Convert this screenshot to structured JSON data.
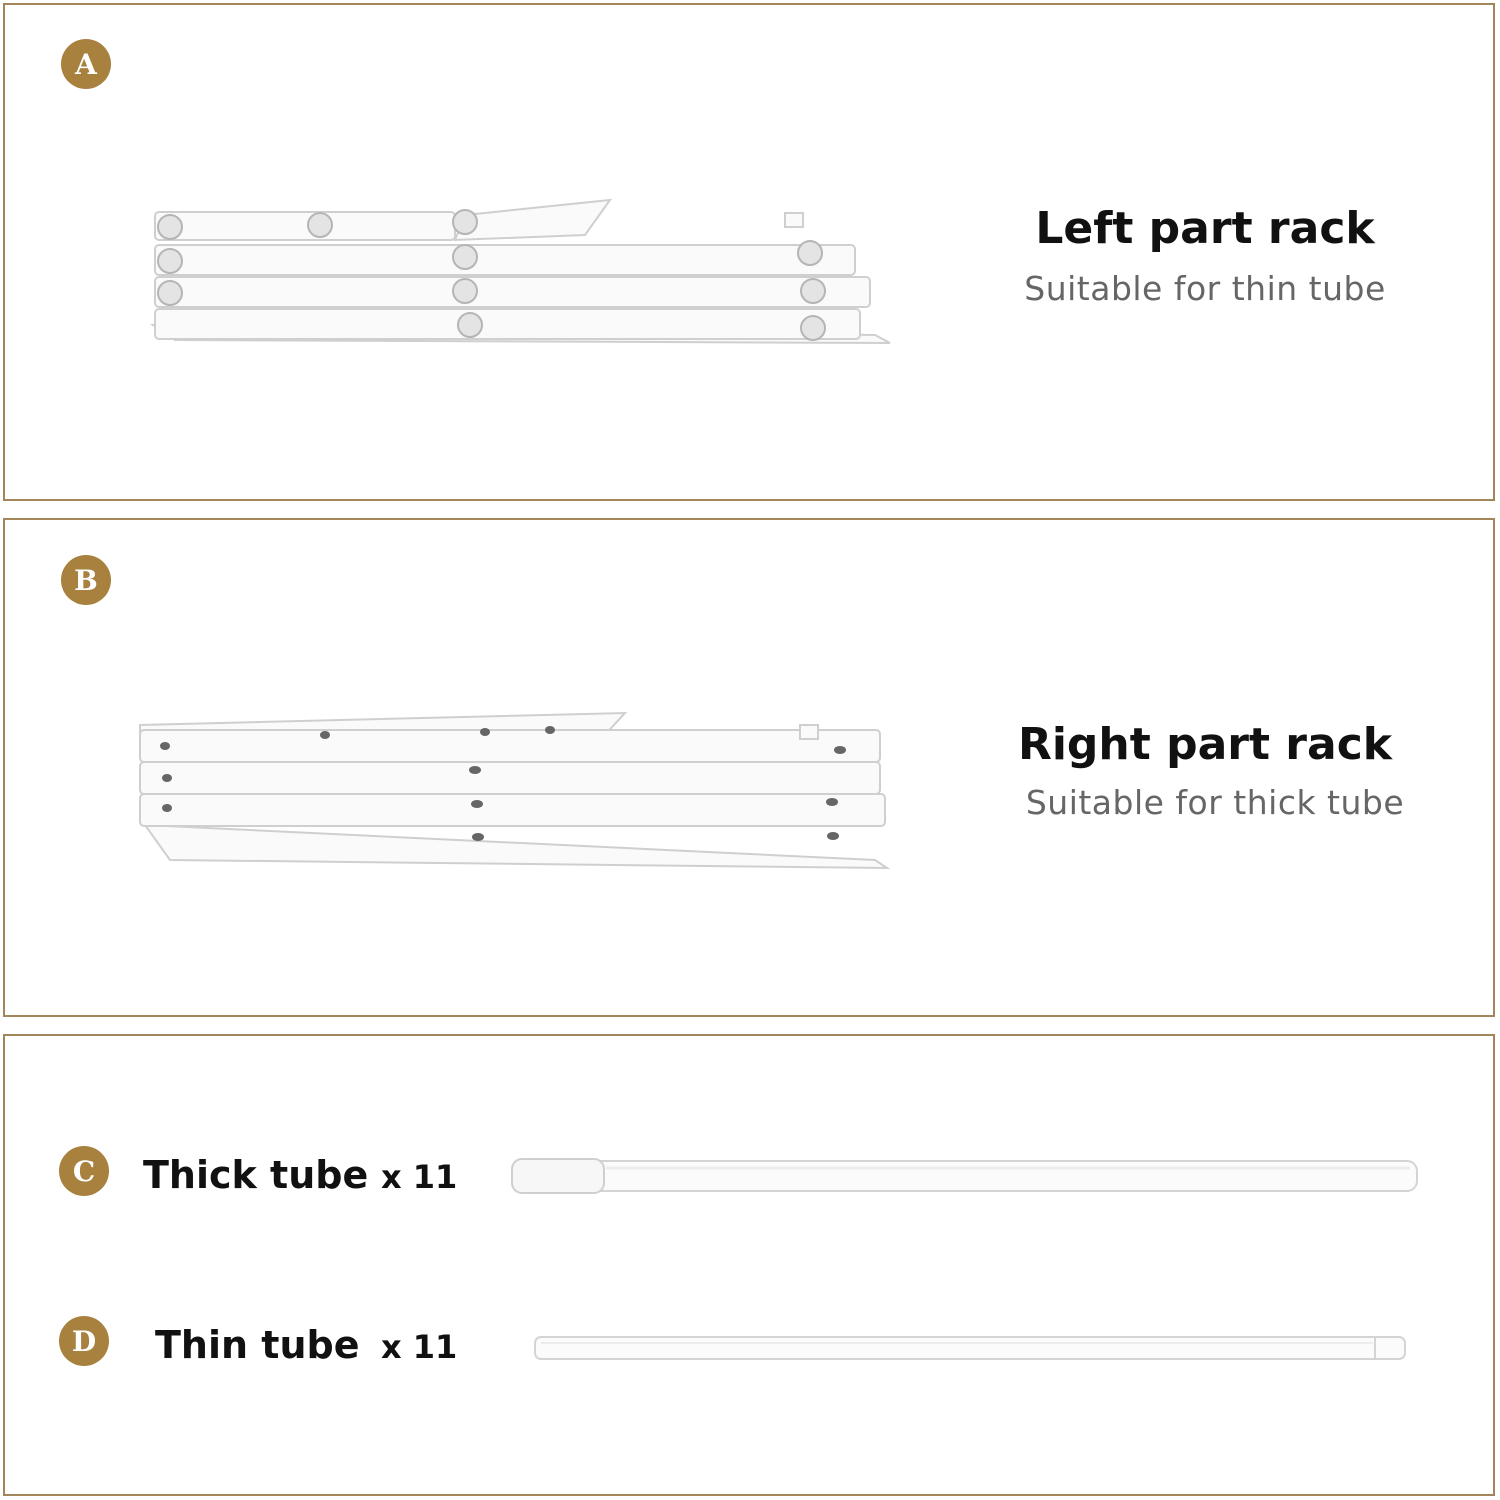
{
  "colors": {
    "border": "#a08658",
    "badge": "#a8813f",
    "rack": "#ffffff",
    "rack_edge": "#cfcfcf"
  },
  "parts": [
    {
      "letter": "A",
      "title": "Left part rack",
      "subtitle": "Suitable for thin tube"
    },
    {
      "letter": "B",
      "title": "Right part rack",
      "subtitle": "Suitable for thick tube"
    }
  ],
  "items": [
    {
      "letter": "C",
      "label": "Thick tube",
      "qty": "x 11"
    },
    {
      "letter": "D",
      "label": "Thin tube",
      "qty": "x 11"
    }
  ]
}
